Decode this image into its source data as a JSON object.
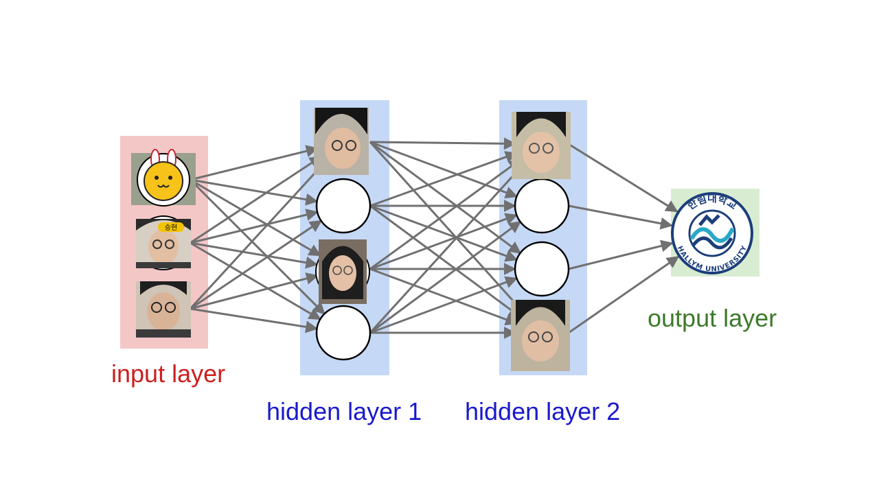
{
  "labels": {
    "input": "input layer",
    "hidden1": "hidden layer 1",
    "hidden2": "hidden layer 2",
    "output": "output layer"
  },
  "logo": {
    "text_top": "한림대학교",
    "text_bottom": "HALLYM UNIVERSITY"
  },
  "badge_text": "승현",
  "network": {
    "layers": [
      {
        "id": "input",
        "nodes": [
          "face-kakao-character",
          "face-man-cap",
          "face-man-glasses"
        ]
      },
      {
        "id": "hidden1",
        "nodes": [
          "face-man-glasses",
          "empty",
          "face-woman",
          "empty"
        ]
      },
      {
        "id": "hidden2",
        "nodes": [
          "face-man-glasses",
          "empty",
          "empty",
          "face-man-glasses"
        ]
      },
      {
        "id": "output",
        "nodes": [
          "hallym-university-logo"
        ]
      }
    ],
    "connections": "fully-connected"
  },
  "colors": {
    "input_band": "#f4c7c7",
    "hidden_band": "#c5d8f5",
    "output_band": "#d8ecd2",
    "edge": "#707070",
    "input_label": "#cc1f1f",
    "hidden_label": "#1a1acc",
    "output_label": "#3d7a2a"
  }
}
